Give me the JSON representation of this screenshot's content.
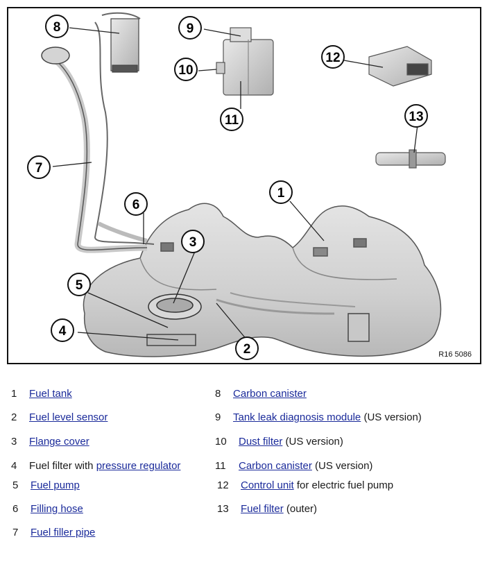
{
  "figure": {
    "reference": "R16 5086",
    "callouts": [
      "1",
      "2",
      "3",
      "4",
      "5",
      "6",
      "7",
      "8",
      "9",
      "10",
      "11",
      "12",
      "13"
    ]
  },
  "legend": [
    {
      "num": "1",
      "link": "Fuel tank",
      "pre": "",
      "post": ""
    },
    {
      "num": "2",
      "link": "Fuel level sensor",
      "pre": "",
      "post": ""
    },
    {
      "num": "3",
      "link": "Flange cover",
      "pre": "",
      "post": ""
    },
    {
      "num": "4",
      "link": "pressure regulator",
      "pre": "Fuel filter with ",
      "post": ""
    },
    {
      "num": "5",
      "link": "Fuel pump",
      "pre": "",
      "post": ""
    },
    {
      "num": "6",
      "link": "Filling hose",
      "pre": "",
      "post": ""
    },
    {
      "num": "7",
      "link": "Fuel filler pipe",
      "pre": "",
      "post": ""
    },
    {
      "num": "8",
      "link": "Carbon canister",
      "pre": "",
      "post": ""
    },
    {
      "num": "9",
      "link": "Tank leak diagnosis module",
      "pre": "",
      "post": " (US version)"
    },
    {
      "num": "10",
      "link": "Dust filter",
      "pre": "",
      "post": " (US version)"
    },
    {
      "num": "11",
      "link": "Carbon canister",
      "pre": "",
      "post": " (US version)"
    },
    {
      "num": "12",
      "link": "Control unit",
      "pre": "",
      "post": " for electric fuel pump"
    },
    {
      "num": "13",
      "link": "Fuel filter",
      "pre": "",
      "post": " (outer)"
    }
  ]
}
